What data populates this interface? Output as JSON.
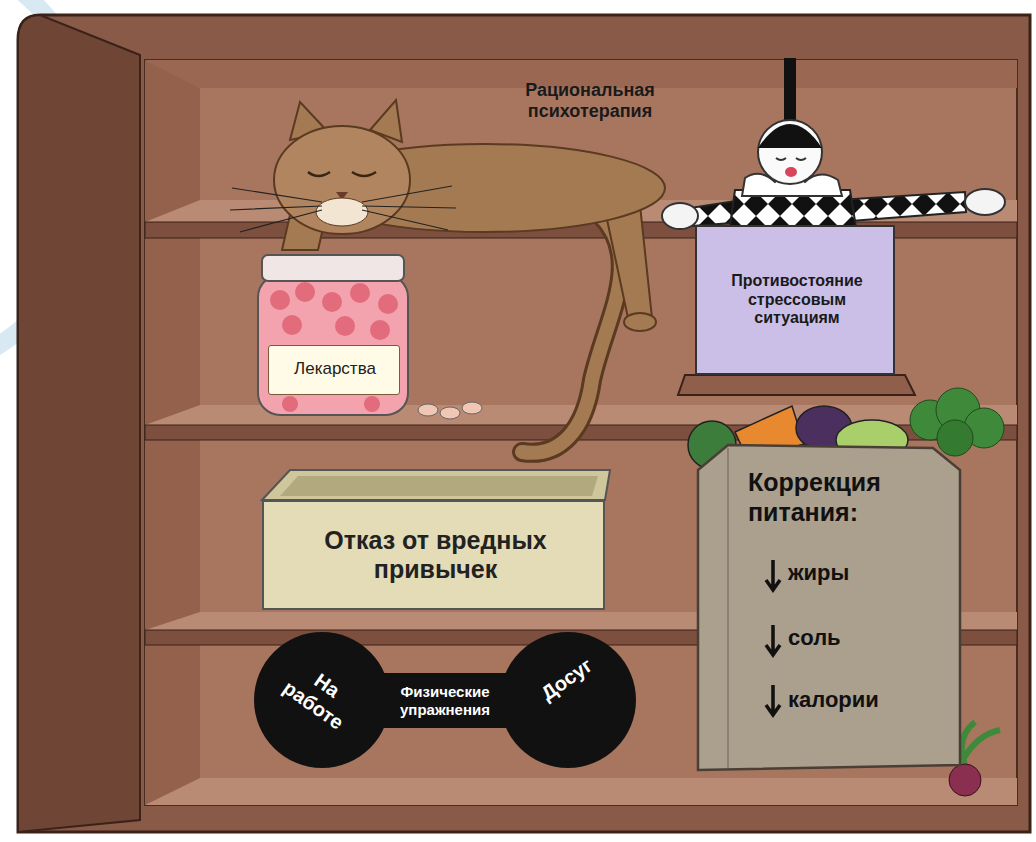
{
  "diagram": {
    "nodes": [
      {
        "text": [
          "Лекарства"
        ]
      },
      {
        "text": [
          "Противостояние стрессовым ситуациям"
        ]
      },
      {
        "text": [
          "Отказ от вредных привычек"
        ]
      },
      {
        "text": [
          "Коррекция питания:",
          "жиры",
          "соль",
          "калории"
        ]
      },
      {
        "text": [
          "На работе",
          "Физические упражнения",
          "Досуг"
        ]
      }
    ],
    "labels": [
      "Рациональная психотерапия"
    ]
  }
}
